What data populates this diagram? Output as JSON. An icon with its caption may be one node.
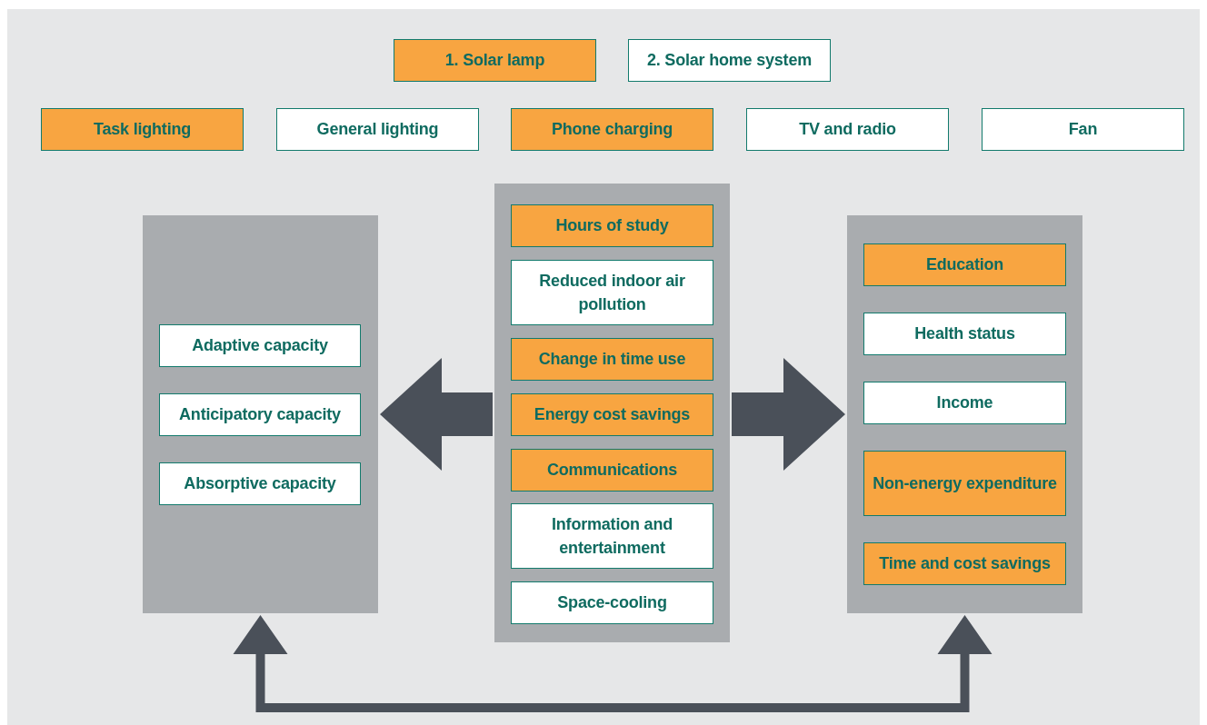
{
  "diagram": {
    "nodes": [
      {
        "text": [
          "1. Solar lamp"
        ]
      },
      {
        "text": [
          "2. Solar home system"
        ]
      },
      {
        "text": [
          "Task lighting"
        ]
      },
      {
        "text": [
          "General lighting"
        ]
      },
      {
        "text": [
          "Phone charging"
        ]
      },
      {
        "text": [
          "TV and radio"
        ]
      },
      {
        "text": [
          "Fan"
        ]
      },
      {
        "text": [],
        "shape": "box"
      },
      {
        "text": [
          "Adaptive capacity"
        ],
        "in": 7
      },
      {
        "text": [
          "Anticipatory capacity"
        ],
        "in": 7
      },
      {
        "text": [
          "Absorptive capacity"
        ],
        "in": 7
      },
      {
        "text": [],
        "shape": "box"
      },
      {
        "text": [
          "Hours of study"
        ],
        "in": 11
      },
      {
        "text": [
          "Reduced indoor air pollution"
        ],
        "in": 11
      },
      {
        "text": [
          "Change in time use"
        ],
        "in": 11
      },
      {
        "text": [
          "Energy cost savings"
        ],
        "in": 11
      },
      {
        "text": [
          "Communications"
        ],
        "in": 11
      },
      {
        "text": [
          "Information and entertainment"
        ],
        "in": 11
      },
      {
        "text": [
          "Space-cooling"
        ],
        "in": 11
      },
      {
        "text": [],
        "shape": "box"
      },
      {
        "text": [
          "Education"
        ],
        "in": 19
      },
      {
        "text": [
          "Health status"
        ],
        "in": 19
      },
      {
        "text": [
          "Income"
        ],
        "in": 19
      },
      {
        "text": [
          "Non-energy expenditure"
        ],
        "in": 19
      },
      {
        "text": [
          "Time and cost savings"
        ],
        "in": 19
      }
    ],
    "edges": [
      {
        "from": 11,
        "to": 7,
        "arrow": "to",
        "style": "thick"
      },
      {
        "from": 11,
        "to": 19,
        "arrow": "to",
        "style": "thick"
      },
      {
        "from": 7,
        "to": 19,
        "arrow": "both",
        "style": "thick"
      }
    ]
  }
}
